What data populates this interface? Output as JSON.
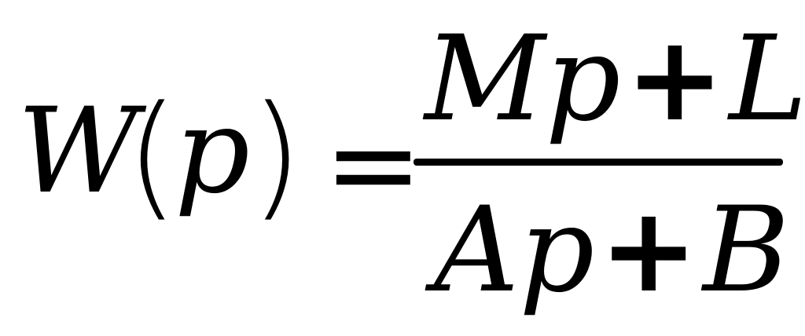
{
  "formula": {
    "lhs": {
      "function": "W",
      "open_paren": "(",
      "argument": "p",
      "close_paren": ")"
    },
    "equals": "=",
    "numerator": {
      "term1": "Mp",
      "operator": "+",
      "term2": "L"
    },
    "denominator": {
      "term1": "Ap",
      "operator": "+",
      "term2": "B"
    }
  }
}
